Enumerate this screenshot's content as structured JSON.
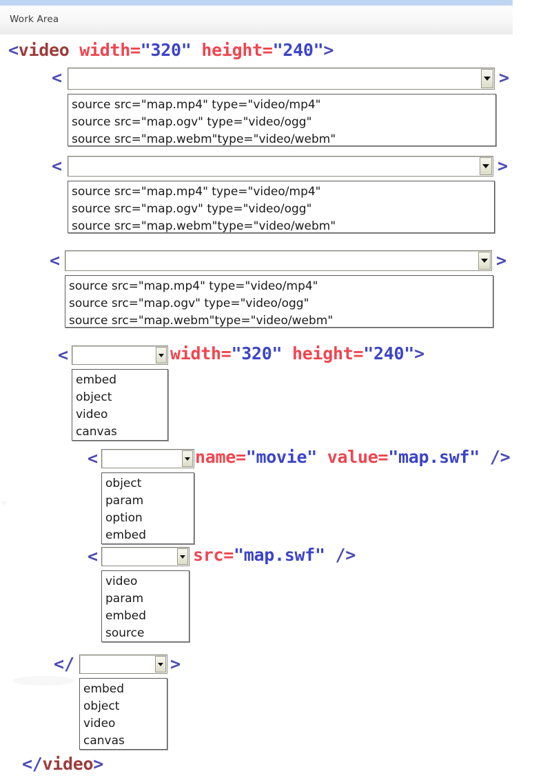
{
  "window": {
    "work_area_label": "Work Area",
    "accent_strip_color": "#bed5f2",
    "bar_background_color": "#f2f2f2"
  },
  "syntax_colors": {
    "punctuation": "#4b4bb5",
    "tag_name": "#9e3b3b",
    "attribute": "#f0454f",
    "value": "#3b44c8",
    "option_text": "#1a1a1a"
  },
  "code": {
    "open_tag": {
      "lt": "<",
      "tag": "video",
      "attr_width": " width=",
      "val_width": "\"320\"",
      "attr_height": " height=",
      "val_height": "\"240\"",
      "gt": ">"
    },
    "close_tag": {
      "text": "</video>",
      "lt_slash": "</",
      "tag": "video",
      "gt": ">"
    },
    "line4_tail": {
      "attr_width": "width=",
      "val_width": "\"320\"",
      "attr_height": " height=",
      "val_height": "\"240\"",
      "gt": ">"
    },
    "line5_tail": {
      "attr_name": "name=",
      "val_name": "\"movie\"",
      "attr_value": " value=",
      "val_value": "\"map.swf\"",
      "selfclose": " />"
    },
    "line6_tail": {
      "attr_src": "src=",
      "val_src": "\"map.swf\"",
      "selfclose": " />"
    },
    "brackets": {
      "lt": "<",
      "gt": ">",
      "lt_slash": "</"
    }
  },
  "dropdowns": [
    {
      "id": "source-select-1",
      "selected": "",
      "options": [
        "source src=\"map.mp4\" type=\"video/mp4\"",
        "source src=\"map.ogv\" type=\"video/ogg\"",
        "source src=\"map.webm\"type=\"video/webm\""
      ]
    },
    {
      "id": "source-select-2",
      "selected": "",
      "options": [
        "source src=\"map.mp4\" type=\"video/mp4\"",
        "source src=\"map.ogv\" type=\"video/ogg\"",
        "source src=\"map.webm\"type=\"video/webm\""
      ]
    },
    {
      "id": "source-select-3",
      "selected": "",
      "options": [
        "source src=\"map.mp4\" type=\"video/mp4\"",
        "source src=\"map.ogv\" type=\"video/ogg\"",
        "source src=\"map.webm\"type=\"video/webm\""
      ]
    },
    {
      "id": "element-select-4",
      "selected": "",
      "options": [
        "embed",
        "object",
        "video",
        "canvas"
      ]
    },
    {
      "id": "element-select-5",
      "selected": "",
      "options": [
        "object",
        "param",
        "option",
        "embed"
      ]
    },
    {
      "id": "element-select-6",
      "selected": "",
      "options": [
        "video",
        "param",
        "embed",
        "source"
      ]
    },
    {
      "id": "element-select-7",
      "selected": "",
      "options": [
        "embed",
        "object",
        "video",
        "canvas"
      ]
    }
  ]
}
